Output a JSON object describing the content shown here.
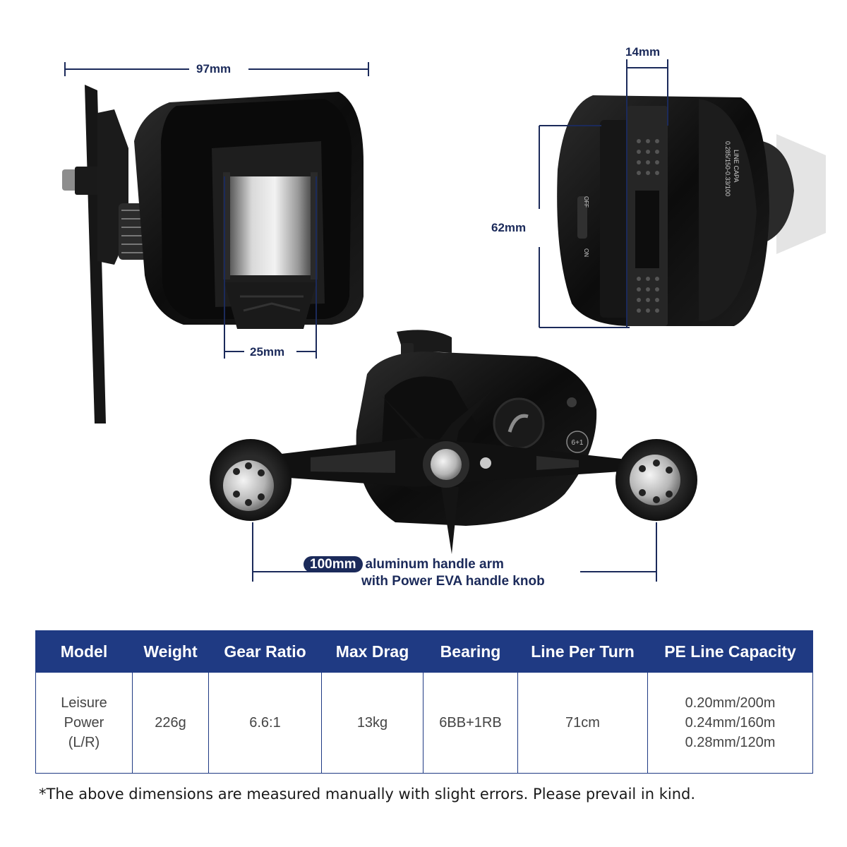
{
  "dimensions": {
    "width_97": "97mm",
    "depth_14": "14mm",
    "height_62": "62mm",
    "spool_25": "25mm"
  },
  "handle_note": {
    "badge": "100mm",
    "line1": "aluminum handle arm",
    "line2": "with Power EVA handle knob"
  },
  "reel_markings": {
    "line_capa": "LINE CAPA",
    "capa_value": "0.285/150-0.33/100",
    "off": "OFF",
    "on": "ON",
    "bearing_badge": "6+1"
  },
  "spec_table": {
    "headers": [
      "Model",
      "Weight",
      "Gear Ratio",
      "Max Drag",
      "Bearing",
      "Line Per Turn",
      "PE Line Capacity"
    ],
    "model_lines": [
      "Leisure",
      "Power",
      "(L/R)"
    ],
    "weight": "226g",
    "gear_ratio": "6.6:1",
    "max_drag": "13kg",
    "bearing": "6BB+1RB",
    "line_per_turn": "71cm",
    "capacity_lines": [
      "0.20mm/200m",
      "0.24mm/160m",
      "0.28mm/120m"
    ]
  },
  "footnote": "*The above dimensions are measured manually with slight errors. Please prevail in kind.",
  "colors": {
    "navy": "#1b2a5a",
    "table_header": "#1f3a83",
    "reel_black": "#121212"
  }
}
